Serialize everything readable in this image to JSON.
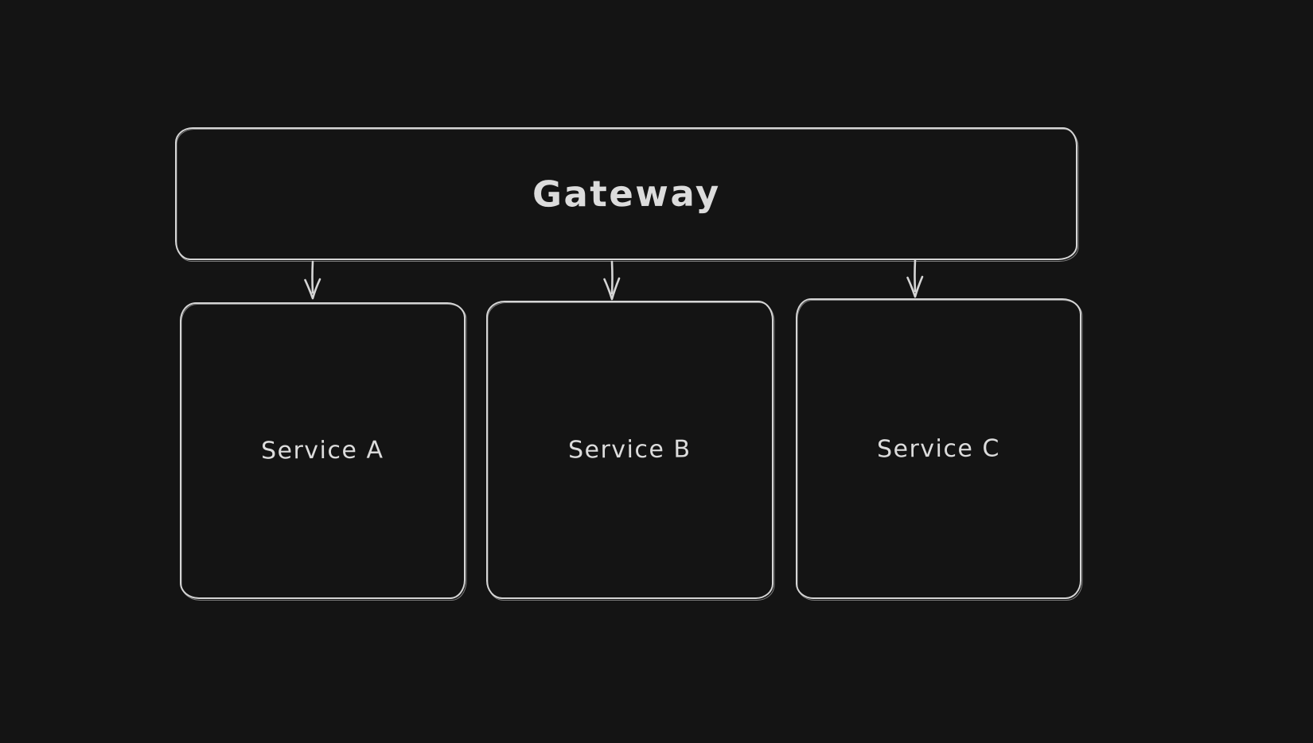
{
  "canvas": {
    "background": "#141414",
    "stroke_color": "#d5d5d5",
    "text_color": "#dcdcdc",
    "style": "hand-drawn sketch (excalidraw-like), dark mode"
  },
  "diagram": {
    "type": "architecture-flowchart",
    "nodes": [
      {
        "id": "gateway",
        "label": "Gateway",
        "shape": "rounded-rectangle"
      },
      {
        "id": "service-a",
        "label": "Service A",
        "shape": "rounded-rectangle"
      },
      {
        "id": "service-b",
        "label": "Service B",
        "shape": "rounded-rectangle"
      },
      {
        "id": "service-c",
        "label": "Service C",
        "shape": "rounded-rectangle"
      }
    ],
    "edges": [
      {
        "from": "gateway",
        "to": "service-a",
        "style": "straight-arrow-down"
      },
      {
        "from": "gateway",
        "to": "service-b",
        "style": "straight-arrow-down"
      },
      {
        "from": "gateway",
        "to": "service-c",
        "style": "straight-arrow-down"
      }
    ]
  }
}
